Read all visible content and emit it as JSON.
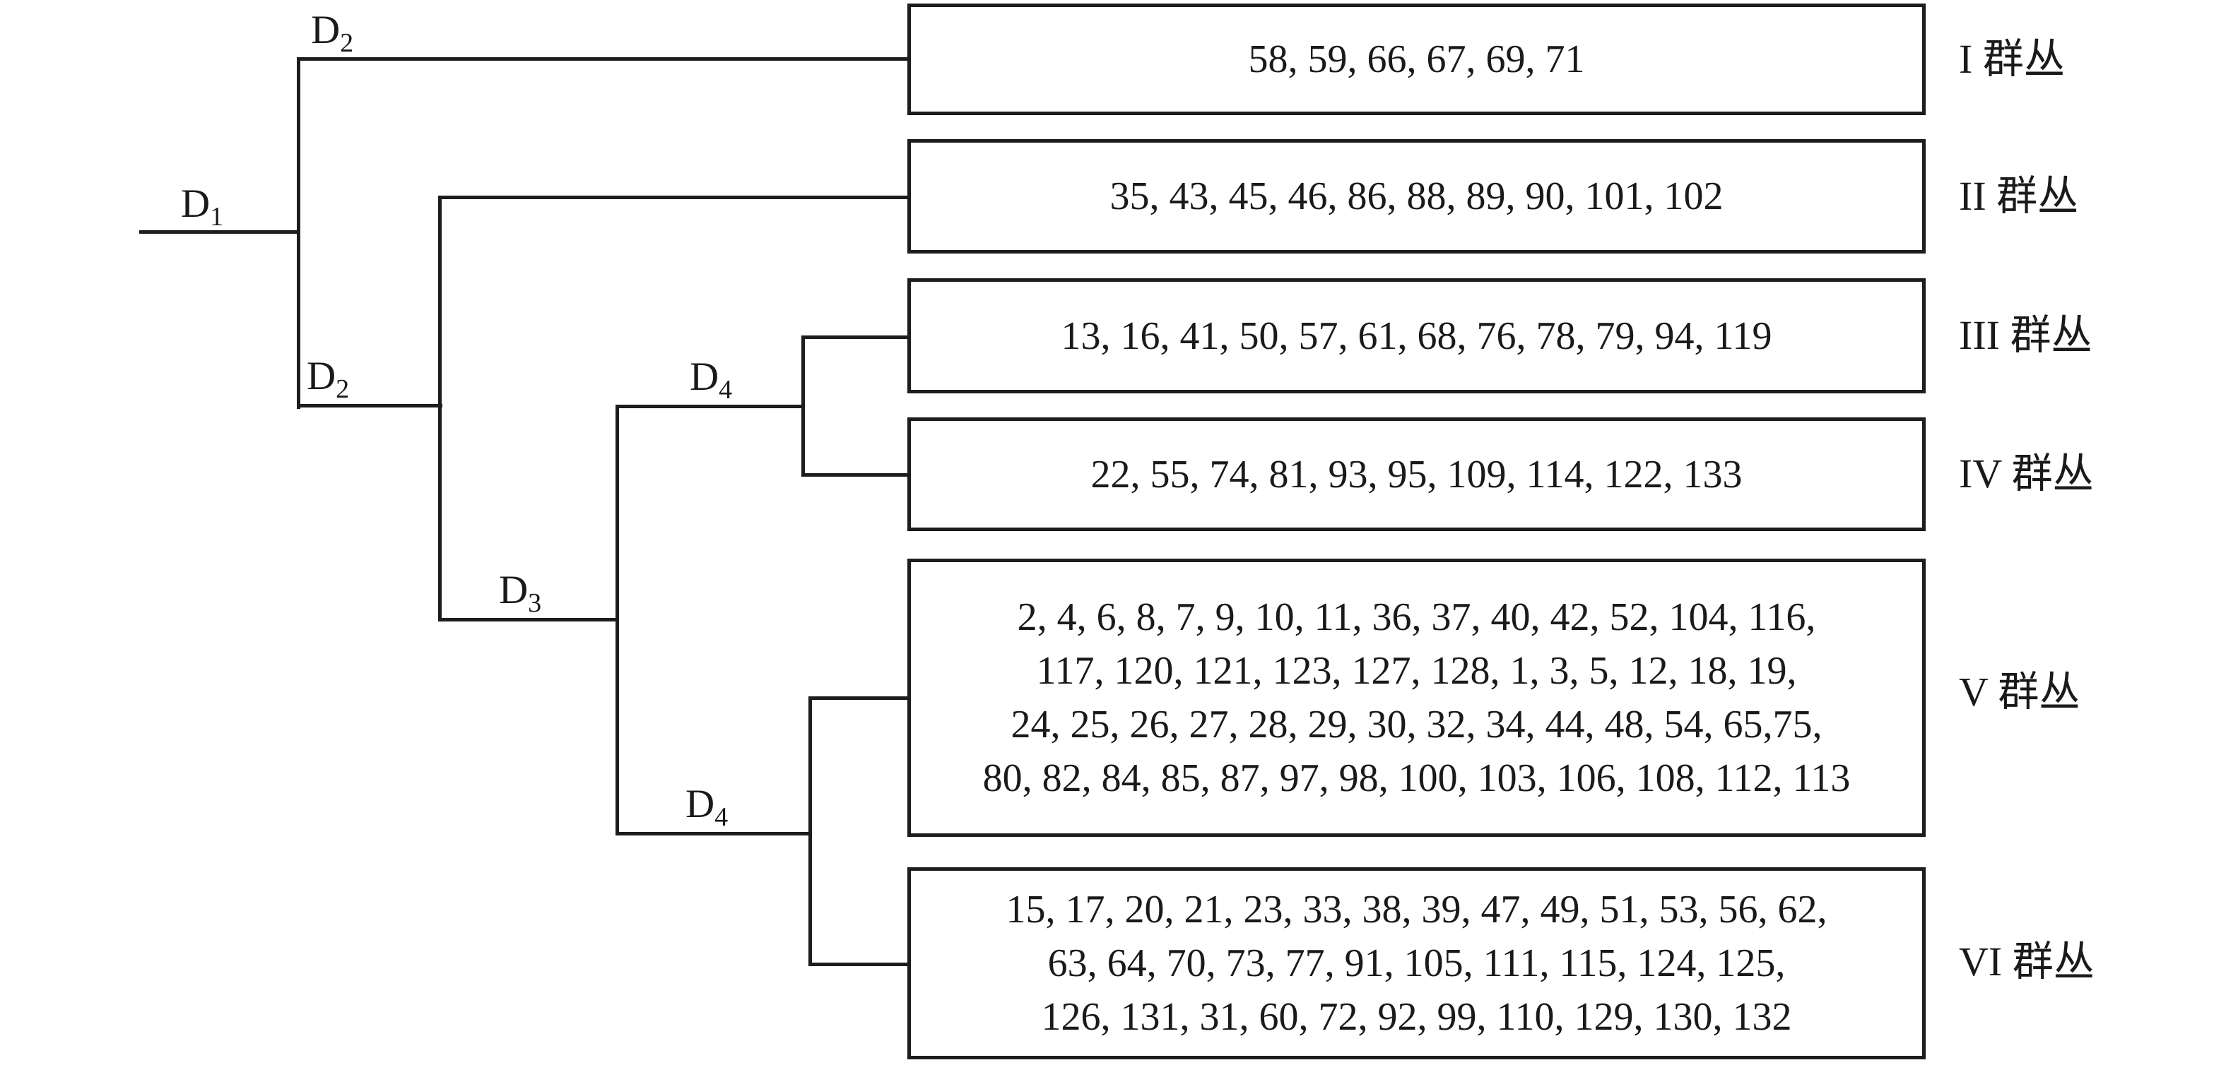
{
  "diagram": {
    "type": "dendrogram",
    "background_color": "#ffffff",
    "line_color": "#1d1d1b",
    "text_color": "#1a1a1a",
    "node_labels": {
      "d1": {
        "base": "D",
        "sub": "1"
      },
      "d2_top": {
        "base": "D",
        "sub": "2"
      },
      "d2_lower": {
        "base": "D",
        "sub": "2"
      },
      "d3": {
        "base": "D",
        "sub": "3"
      },
      "d4_upper": {
        "base": "D",
        "sub": "4"
      },
      "d4_lower": {
        "base": "D",
        "sub": "4"
      }
    },
    "clusters": [
      {
        "label": "I 群丛",
        "lines": [
          "58, 59, 66, 67, 69, 71"
        ]
      },
      {
        "label": "II 群丛",
        "lines": [
          "35, 43, 45, 46, 86, 88, 89, 90, 101, 102"
        ]
      },
      {
        "label": "III 群丛",
        "lines": [
          "13, 16, 41, 50, 57, 61, 68, 76, 78, 79, 94, 119"
        ]
      },
      {
        "label": "IV 群丛",
        "lines": [
          "22, 55, 74, 81, 93, 95, 109, 114, 122, 133"
        ]
      },
      {
        "label": "V 群丛",
        "lines": [
          "2, 4, 6, 8, 7, 9, 10, 11, 36, 37, 40, 42, 52, 104, 116,",
          "117, 120, 121, 123, 127, 128, 1, 3, 5, 12, 18, 19,",
          "24, 25, 26, 27, 28, 29, 30, 32, 34, 44, 48, 54, 65,75,",
          "80, 82, 84, 85, 87, 97, 98, 100, 103, 106, 108, 112, 113"
        ]
      },
      {
        "label": "VI 群丛",
        "lines": [
          "15, 17, 20, 21, 23, 33, 38, 39, 47, 49, 51, 53, 56, 62,",
          "63, 64, 70, 73, 77, 91, 105, 111, 115, 124, 125,",
          "126, 131, 31, 60, 72, 92, 99, 110, 129, 130, 132"
        ]
      }
    ]
  }
}
